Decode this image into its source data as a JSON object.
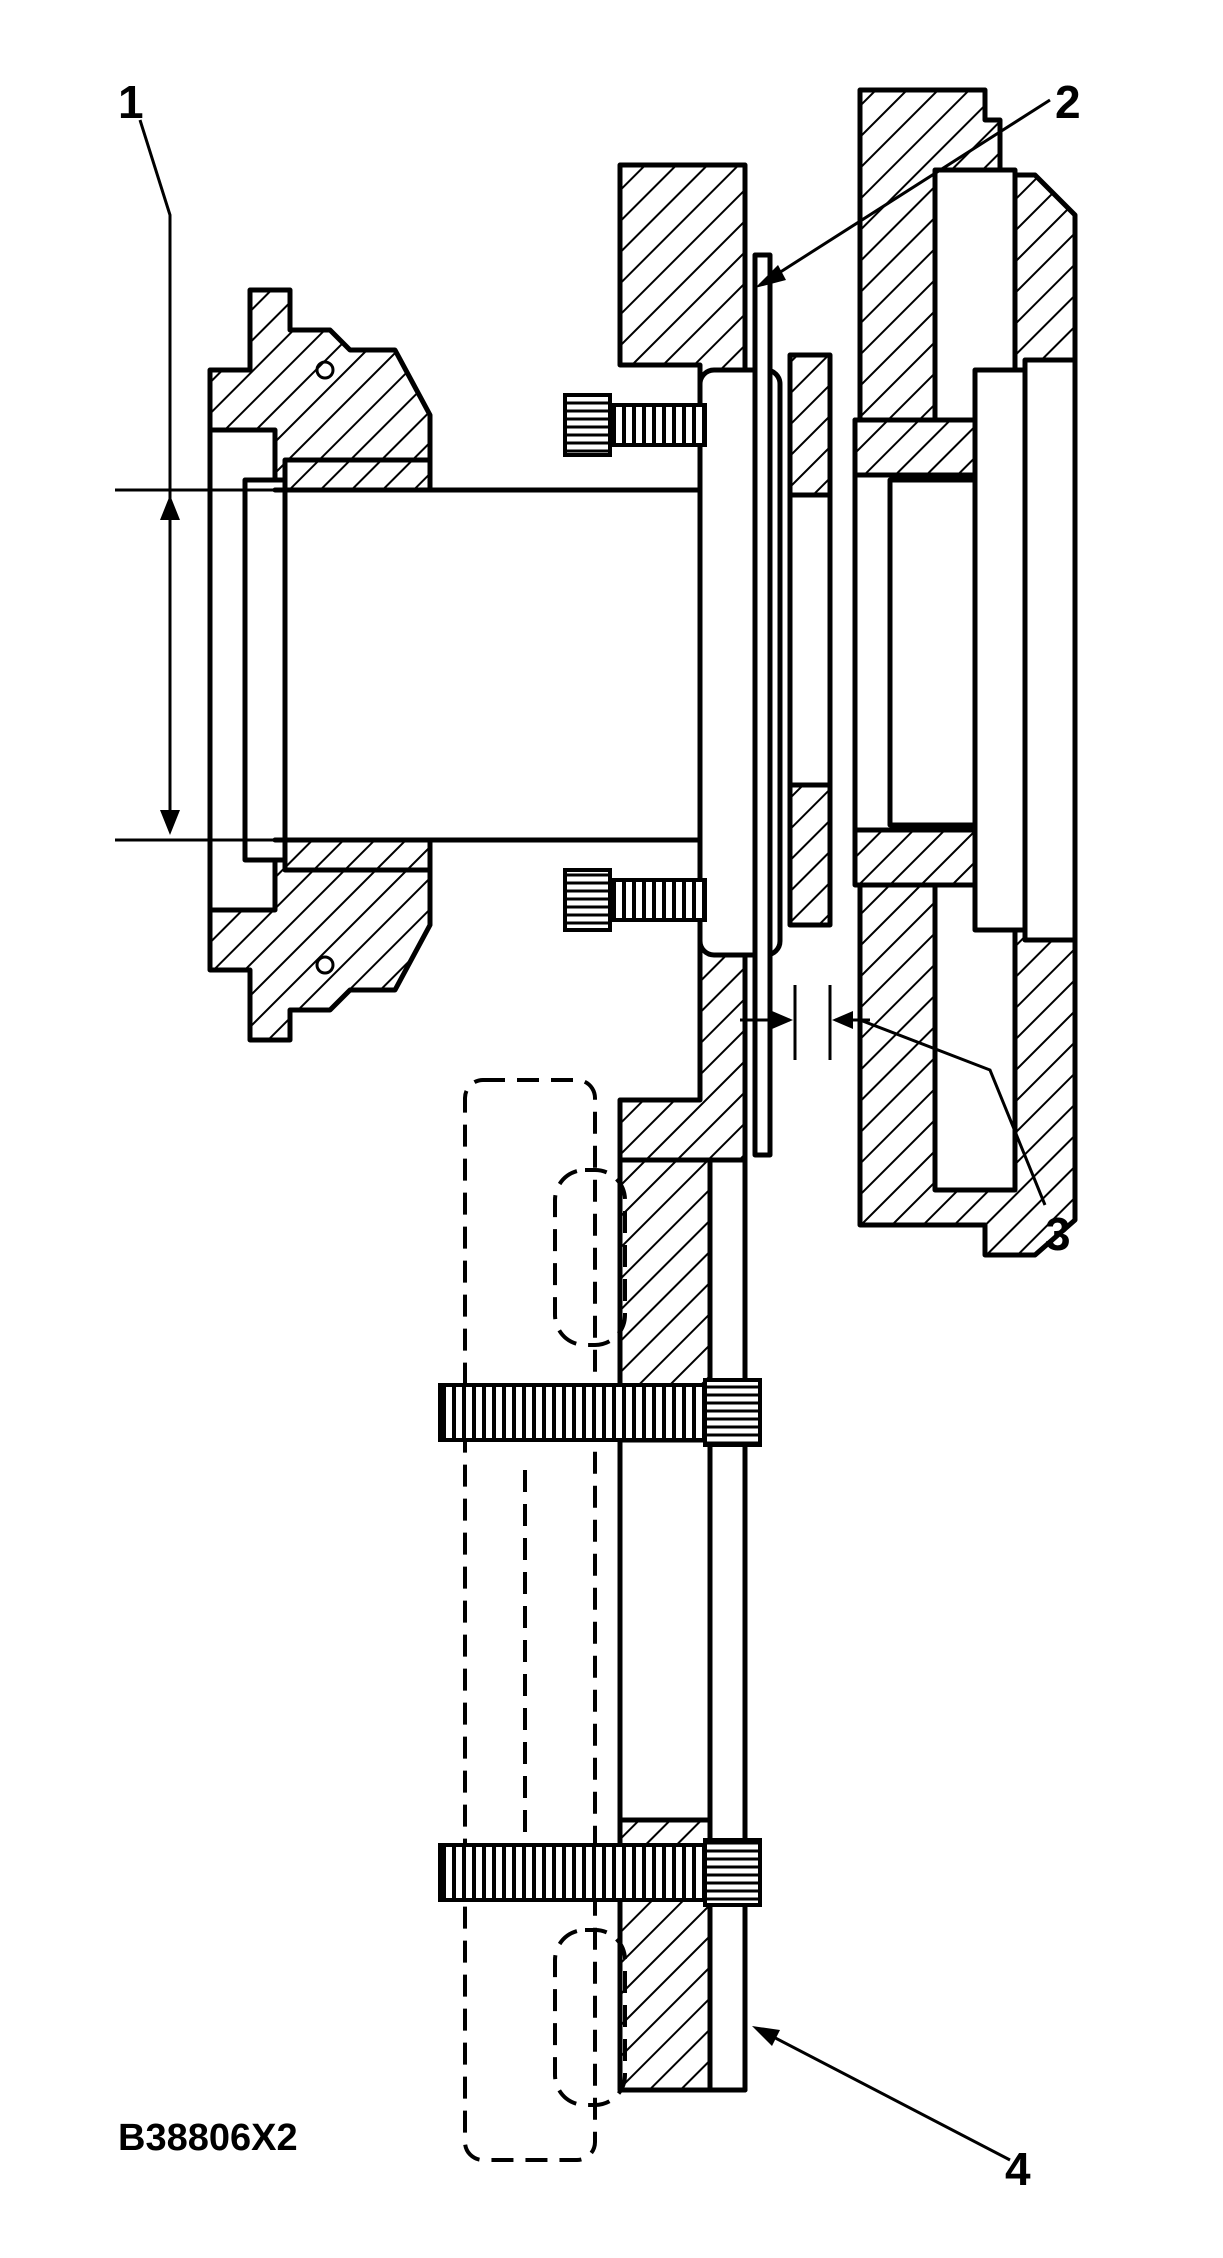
{
  "callouts": {
    "c1": "1",
    "c2": "2",
    "c3": "3",
    "c4": "4"
  },
  "figure_code": "B38806X2"
}
